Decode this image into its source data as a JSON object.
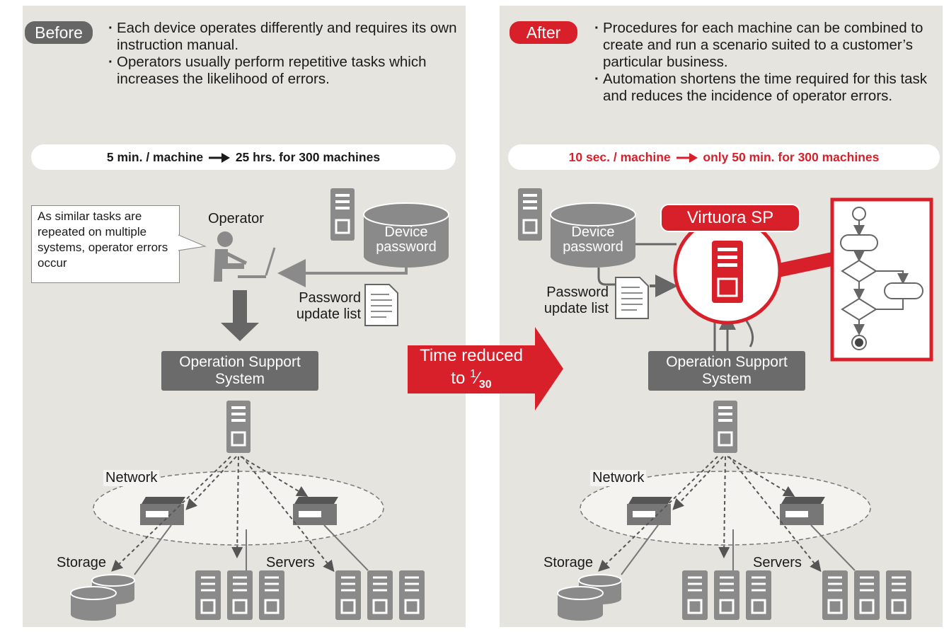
{
  "before": {
    "badge": "Before",
    "bullets": [
      "Each device operates differently and requires its own instruction manual.",
      "Operators usually perform repetitive tasks which increases the likelihood of errors."
    ],
    "band_left": "5 min. / machine",
    "band_right": "25 hrs. for 300 machines",
    "callout": "As similar tasks are repeated on multiple systems, operator errors occur",
    "operator": "Operator",
    "device_password": [
      "Device",
      "password"
    ],
    "password_list": [
      "Password",
      "update list"
    ],
    "oss": [
      "Operation Support",
      "System"
    ],
    "network": "Network",
    "storage": "Storage",
    "servers": "Servers"
  },
  "after": {
    "badge": "After",
    "bullets": [
      "Procedures for each machine can be combined to create and run a scenario suited to a customer’s particular business.",
      "Automation shortens the time required for this task and reduces the incidence of operator errors."
    ],
    "band_left": "10 sec. / machine",
    "band_right": "only 50 min. for 300 machines",
    "virtuora": "Virtuora SP",
    "device_password": [
      "Device",
      "password"
    ],
    "password_list": [
      "Password",
      "update list"
    ],
    "oss": [
      "Operation Support",
      "System"
    ],
    "network": "Network",
    "storage": "Storage",
    "servers": "Servers"
  },
  "transition": {
    "line1": "Time reduced",
    "line2_prefix": "to ",
    "fraction_num": "1",
    "fraction_den": "30"
  },
  "colors": {
    "panel": "#e6e4df",
    "dark_gray": "#6b6b6b",
    "device_gray": "#8a8a8a",
    "red": "#d7202a"
  }
}
